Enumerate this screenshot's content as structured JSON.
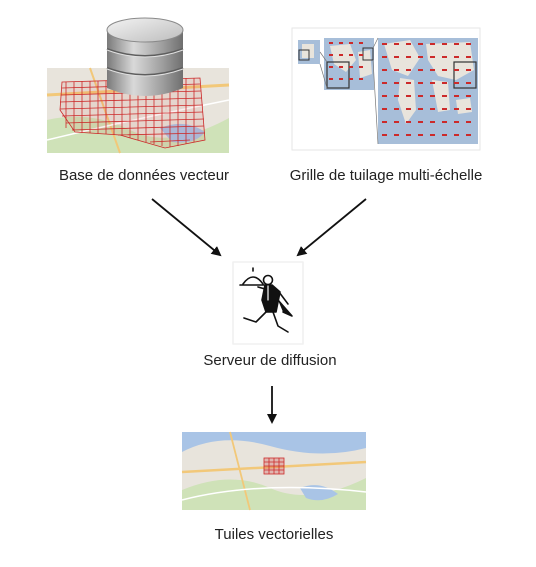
{
  "nodes": {
    "database": {
      "label": "Base de données vecteur",
      "icon": "database-over-map-icon"
    },
    "grid": {
      "label": "Grille de tuilage multi-échelle",
      "icon": "multiscale-tile-grid-icon"
    },
    "server": {
      "label": "Serveur de diffusion",
      "icon": "waiter-server-icon"
    },
    "tiles": {
      "label": "Tuiles vectorielles",
      "icon": "vector-tiles-map-icon"
    }
  },
  "colors": {
    "map_land": "#e8e4dc",
    "map_water": "#a9c4e6",
    "map_green": "#cfe2b8",
    "road": "#f2c879",
    "grid_red": "#cc2a2a",
    "cylinder_top": "#d8d8d8",
    "cylinder_body": "#9a9a9a",
    "ocean": "#a7bed9",
    "arrow": "#111111"
  }
}
